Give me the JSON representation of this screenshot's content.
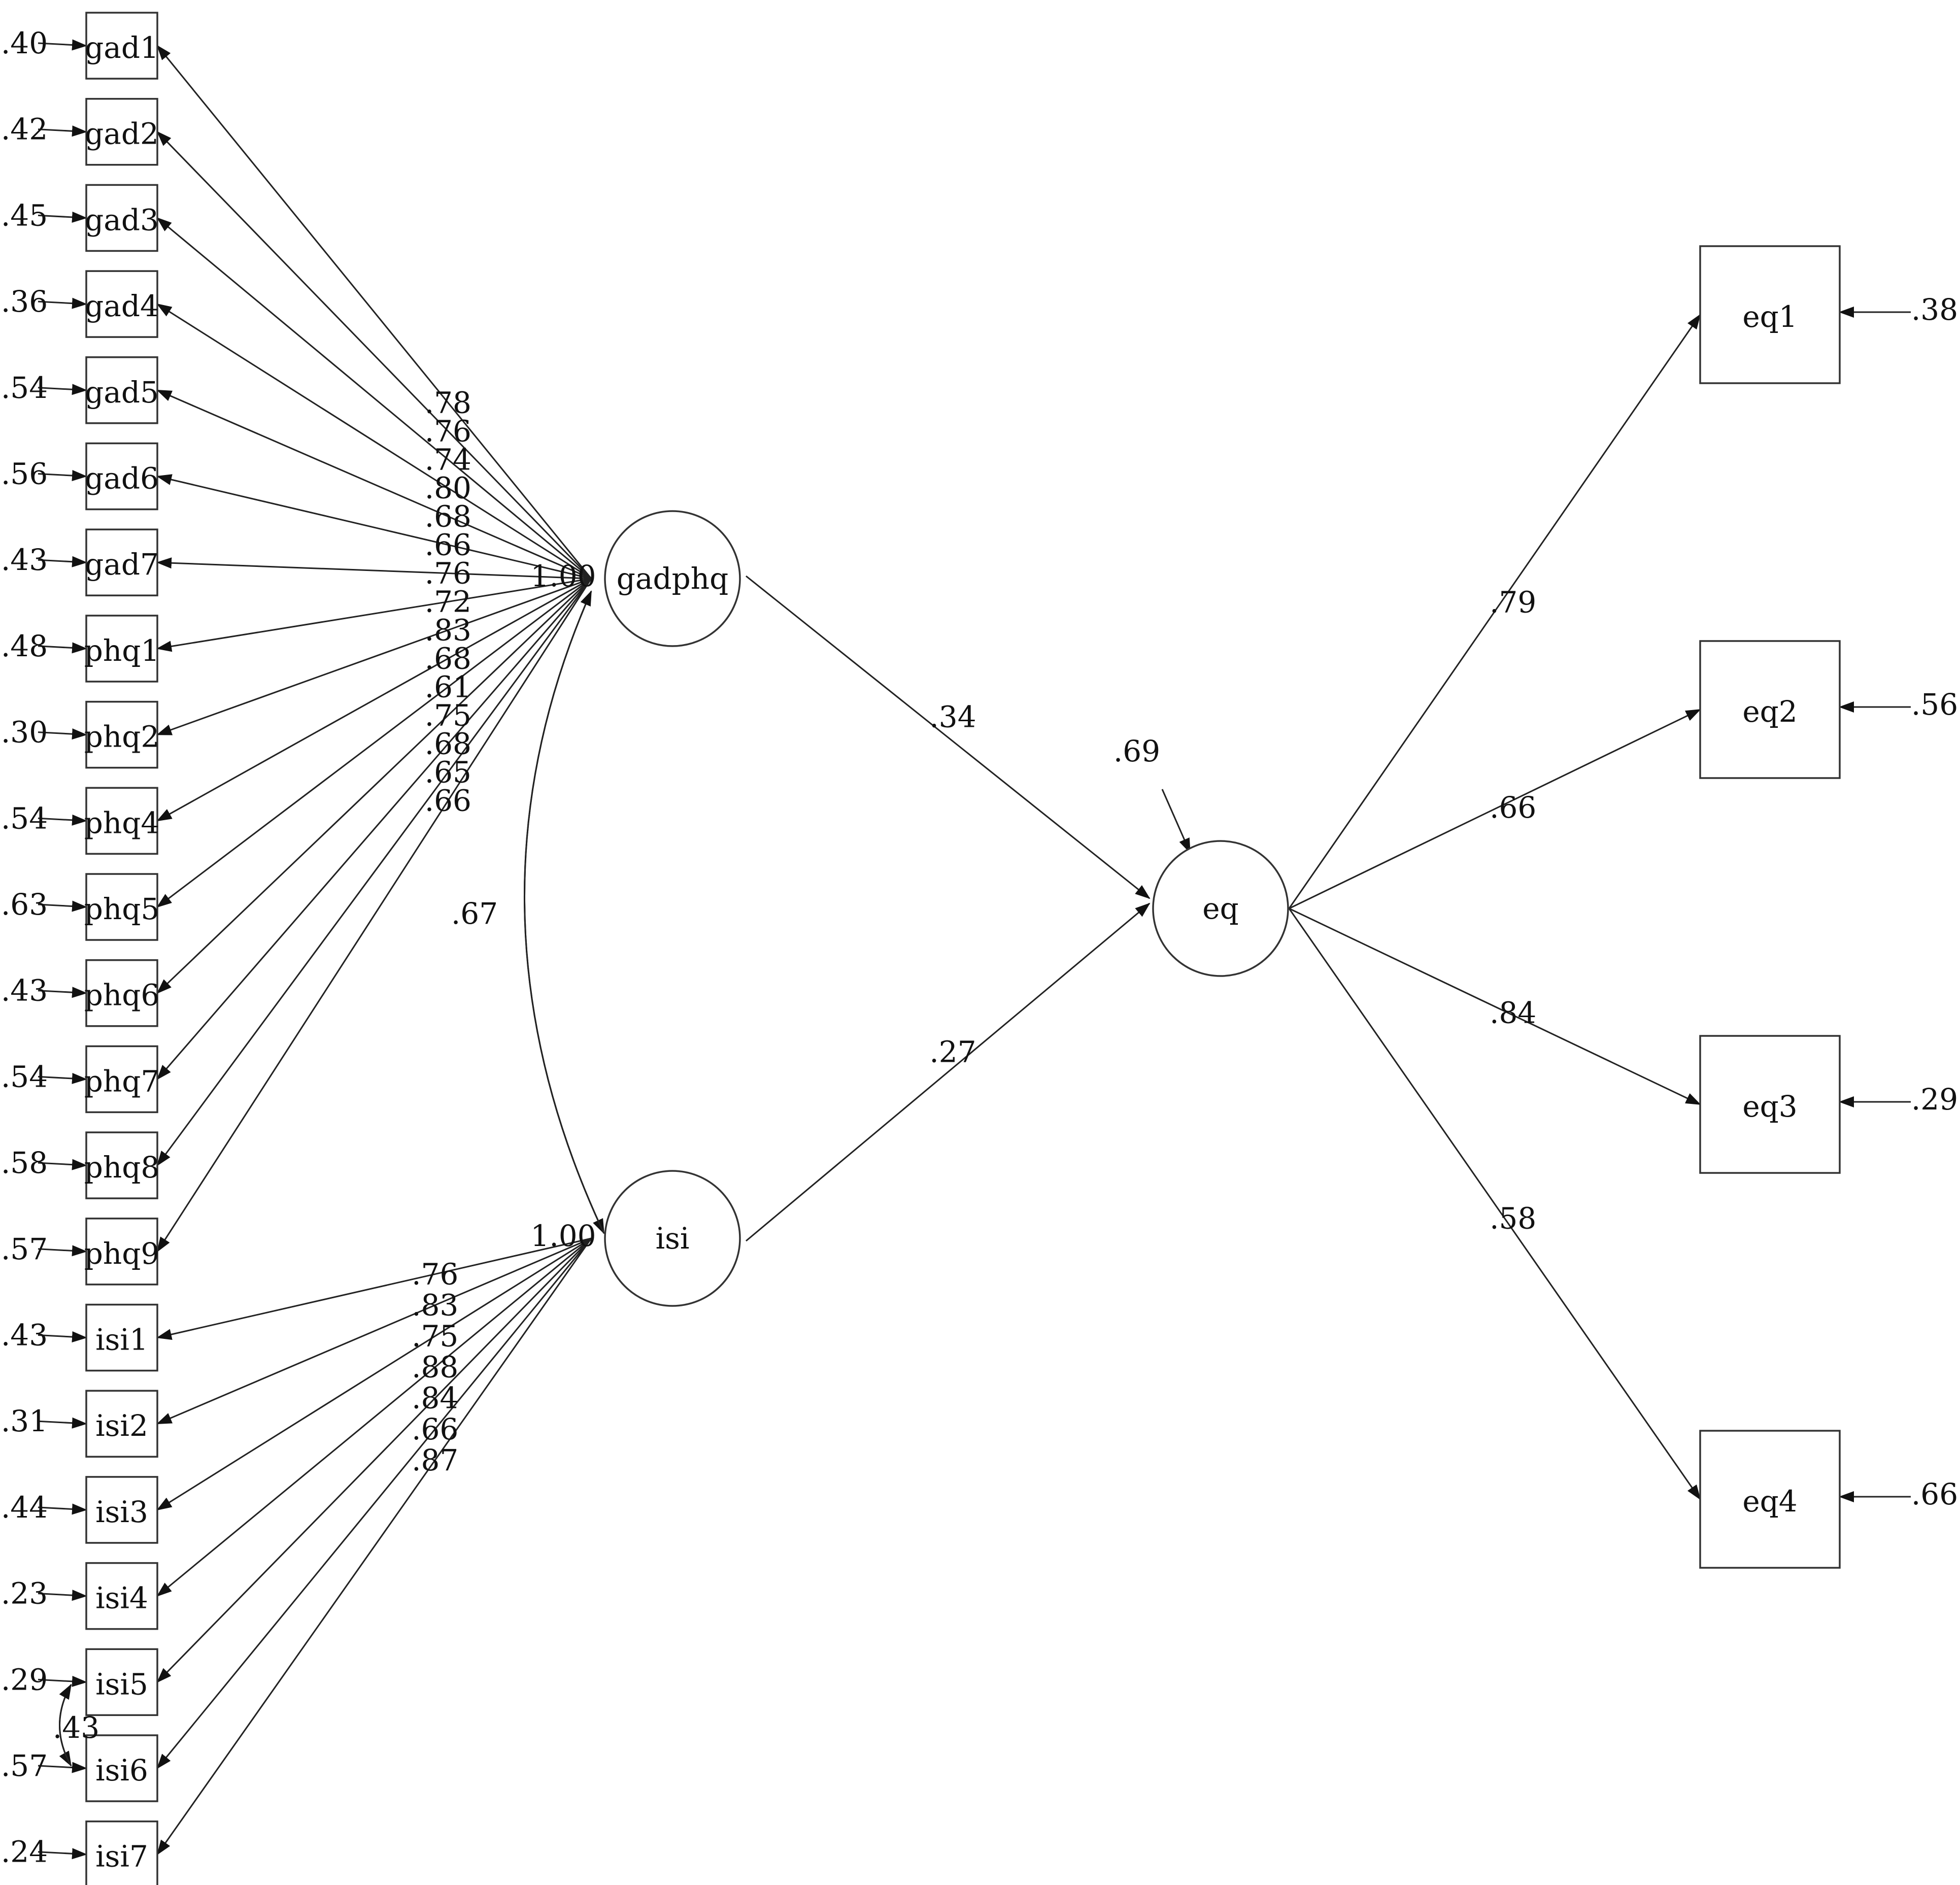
{
  "colors": {
    "line": "#222222",
    "text": "#111111",
    "background": "#ffffff"
  },
  "latents": [
    {
      "id": "gadphq",
      "label": "gadphq",
      "variance": "1.00"
    },
    {
      "id": "isi",
      "label": "isi",
      "variance": "1.00"
    },
    {
      "id": "eq",
      "label": "eq",
      "disturbance": ".69"
    }
  ],
  "indicators": [
    {
      "label": "gad1",
      "factor": "gadphq",
      "loading": ".78",
      "error": ".40"
    },
    {
      "label": "gad2",
      "factor": "gadphq",
      "loading": ".76",
      "error": ".42"
    },
    {
      "label": "gad3",
      "factor": "gadphq",
      "loading": ".74",
      "error": ".45"
    },
    {
      "label": "gad4",
      "factor": "gadphq",
      "loading": ".80",
      "error": ".36"
    },
    {
      "label": "gad5",
      "factor": "gadphq",
      "loading": ".68",
      "error": ".54"
    },
    {
      "label": "gad6",
      "factor": "gadphq",
      "loading": ".66",
      "error": ".56"
    },
    {
      "label": "gad7",
      "factor": "gadphq",
      "loading": ".76",
      "error": ".43"
    },
    {
      "label": "phq1",
      "factor": "gadphq",
      "loading": ".72",
      "error": ".48"
    },
    {
      "label": "phq2",
      "factor": "gadphq",
      "loading": ".83",
      "error": ".30"
    },
    {
      "label": "phq4",
      "factor": "gadphq",
      "loading": ".68",
      "error": ".54"
    },
    {
      "label": "phq5",
      "factor": "gadphq",
      "loading": ".61",
      "error": ".63"
    },
    {
      "label": "phq6",
      "factor": "gadphq",
      "loading": ".75",
      "error": ".43"
    },
    {
      "label": "phq7",
      "factor": "gadphq",
      "loading": ".68",
      "error": ".54"
    },
    {
      "label": "phq8",
      "factor": "gadphq",
      "loading": ".65",
      "error": ".58"
    },
    {
      "label": "phq9",
      "factor": "gadphq",
      "loading": ".66",
      "error": ".57"
    },
    {
      "label": "isi1",
      "factor": "isi",
      "loading": ".76",
      "error": ".43"
    },
    {
      "label": "isi2",
      "factor": "isi",
      "loading": ".83",
      "error": ".31"
    },
    {
      "label": "isi3",
      "factor": "isi",
      "loading": ".75",
      "error": ".44"
    },
    {
      "label": "isi4",
      "factor": "isi",
      "loading": ".88",
      "error": ".23"
    },
    {
      "label": "isi5",
      "factor": "isi",
      "loading": ".84",
      "error": ".29"
    },
    {
      "label": "isi6",
      "factor": "isi",
      "loading": ".66",
      "error": ".57"
    },
    {
      "label": "isi7",
      "factor": "isi",
      "loading": ".87",
      "error": ".24"
    }
  ],
  "outcomes": [
    {
      "label": "eq1",
      "loading": ".79",
      "error": ".38"
    },
    {
      "label": "eq2",
      "loading": ".66",
      "error": ".56"
    },
    {
      "label": "eq3",
      "loading": ".84",
      "error": ".29"
    },
    {
      "label": "eq4",
      "loading": ".58",
      "error": ".66"
    }
  ],
  "paths": [
    {
      "from": "gadphq",
      "to": "eq",
      "coef": ".34"
    },
    {
      "from": "isi",
      "to": "eq",
      "coef": ".27"
    }
  ],
  "correlation": {
    "between": [
      "gadphq",
      "isi"
    ],
    "coef": ".67"
  },
  "error_covariance": {
    "between": [
      "isi5",
      "isi6"
    ],
    "coef": ".43"
  }
}
